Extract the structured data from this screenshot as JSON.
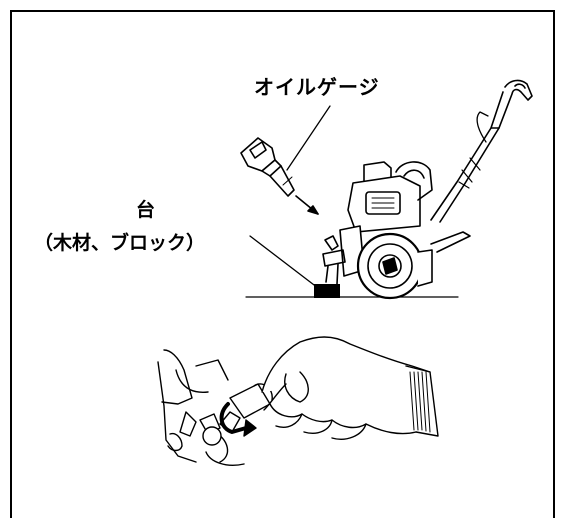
{
  "labels": {
    "oil_gauge": "オイルゲージ",
    "stand": "台",
    "stand_material": "（木材、ブロック）"
  }
}
